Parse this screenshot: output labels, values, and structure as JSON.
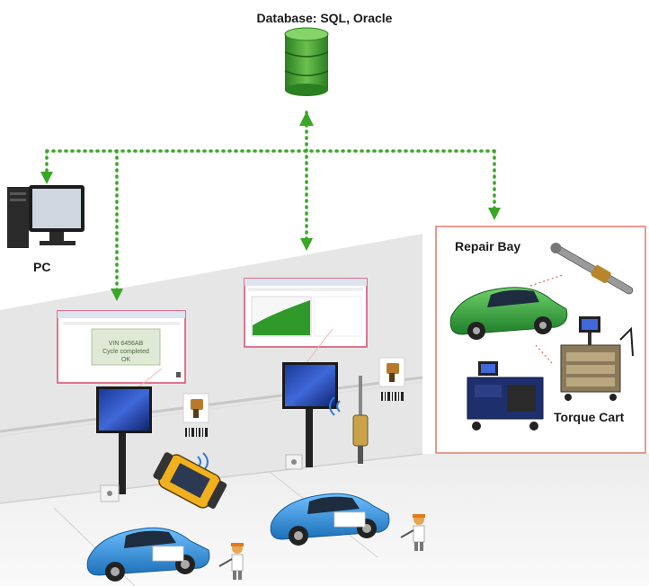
{
  "labels": {
    "database": "Database: SQL, Oracle",
    "pc": "PC",
    "repair_bay": "Repair Bay",
    "torque_cart": "Torque Cart"
  },
  "popup": {
    "line1": "VIN 6456AB",
    "line2": "Cycle completed",
    "line3": "OK"
  },
  "colors": {
    "connector": "#3aa626",
    "db_green": "#3f9c2f",
    "box_border": "#e07a6a",
    "car_blue": "#2f8fd6",
    "car_green": "#2fa23a"
  }
}
